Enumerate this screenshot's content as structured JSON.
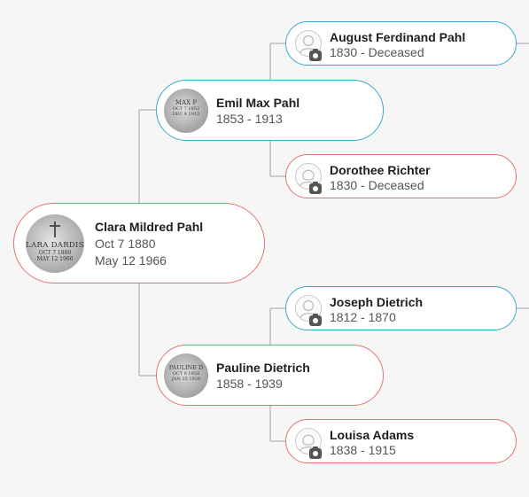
{
  "root": {
    "name": "Clara Mildred Pahl",
    "birth": "Oct 7 1880",
    "death": "May 12 1966",
    "photo_text": [
      "LARA DARDIS",
      "OCT 7 1880",
      "MAY 12 1966"
    ]
  },
  "father": {
    "name": "Emil Max Pahl",
    "dates": "1853 - 1913",
    "photo_text": [
      "MAX P",
      "OCT 7 1853",
      "DEC 4 1913"
    ]
  },
  "mother": {
    "name": "Pauline Dietrich",
    "dates": "1858 - 1939",
    "photo_text": [
      "PAULINE D",
      "OCT 8 1858",
      "JAN 25 1939"
    ]
  },
  "paternal_grandfather": {
    "name": "August Ferdinand Pahl",
    "dates": "1830 - Deceased"
  },
  "paternal_grandmother": {
    "name": "Dorothee Richter",
    "dates": "1830 - Deceased"
  },
  "maternal_grandfather": {
    "name": "Joseph Dietrich",
    "dates": "1812 - 1870"
  },
  "maternal_grandmother": {
    "name": "Louisa Adams",
    "dates": "1838 - 1915"
  },
  "colors": {
    "male_border": "#3aa9c9",
    "female_border": "#e57370",
    "connector": "#b4b4b4",
    "background": "#f6f6f6"
  },
  "icons": {
    "placeholder": "person-silhouette-icon",
    "add_photo": "camera-icon"
  }
}
